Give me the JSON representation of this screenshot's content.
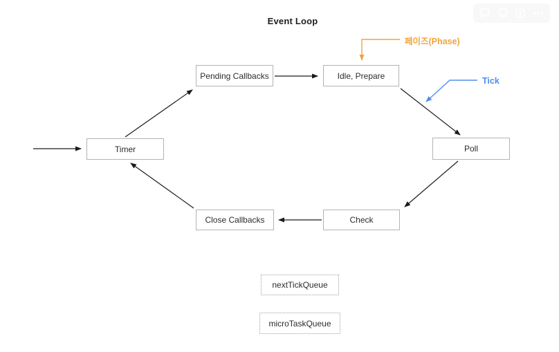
{
  "title": "Event Loop",
  "colors": {
    "phase_annotation": "#F2A33C",
    "tick_annotation": "#4E8EF0",
    "box_border": "#B3B3B3",
    "queue_border": "#9E9E9E",
    "arrow": "#1A1A1A"
  },
  "nodes": {
    "timer": "Timer",
    "pending_callbacks": "Pending Callbacks",
    "idle_prepare": "Idle, Prepare",
    "poll": "Poll",
    "check": "Check",
    "close_callbacks": "Close Callbacks",
    "next_tick_queue": "nextTickQueue",
    "micro_task_queue": "microTaskQueue"
  },
  "annotations": {
    "phase_label": "페이즈(Phase)",
    "tick_label": "Tick"
  },
  "toolbar": {
    "icons": [
      "comment-icon",
      "presentation-icon",
      "download-icon",
      "more-icon"
    ]
  }
}
